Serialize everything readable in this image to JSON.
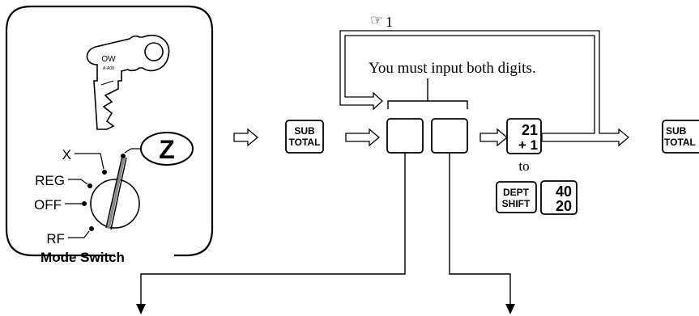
{
  "mode_switch": {
    "caption": "Mode Switch",
    "key_engraving_top": "OW",
    "key_engraving_code": "A-A08",
    "positions": [
      "X",
      "REG",
      "OFF",
      "RF"
    ],
    "selected_position": "Z"
  },
  "flow": {
    "reference_mark": "☞",
    "reference_number": "1",
    "both_digits_note": "You must input both digits.",
    "subtotal_key": {
      "line1": "SUB",
      "line2": "TOTAL"
    },
    "range_key_start": {
      "line1": "21",
      "line2": "+ 1"
    },
    "range_word": "to",
    "dept_shift_key": {
      "line1": "DEPT",
      "line2": "SHIFT"
    },
    "range_key_end": {
      "line1": "40",
      "line2": "20"
    },
    "final_subtotal_key": {
      "line1": "SUB",
      "line2": "TOTAL"
    }
  }
}
